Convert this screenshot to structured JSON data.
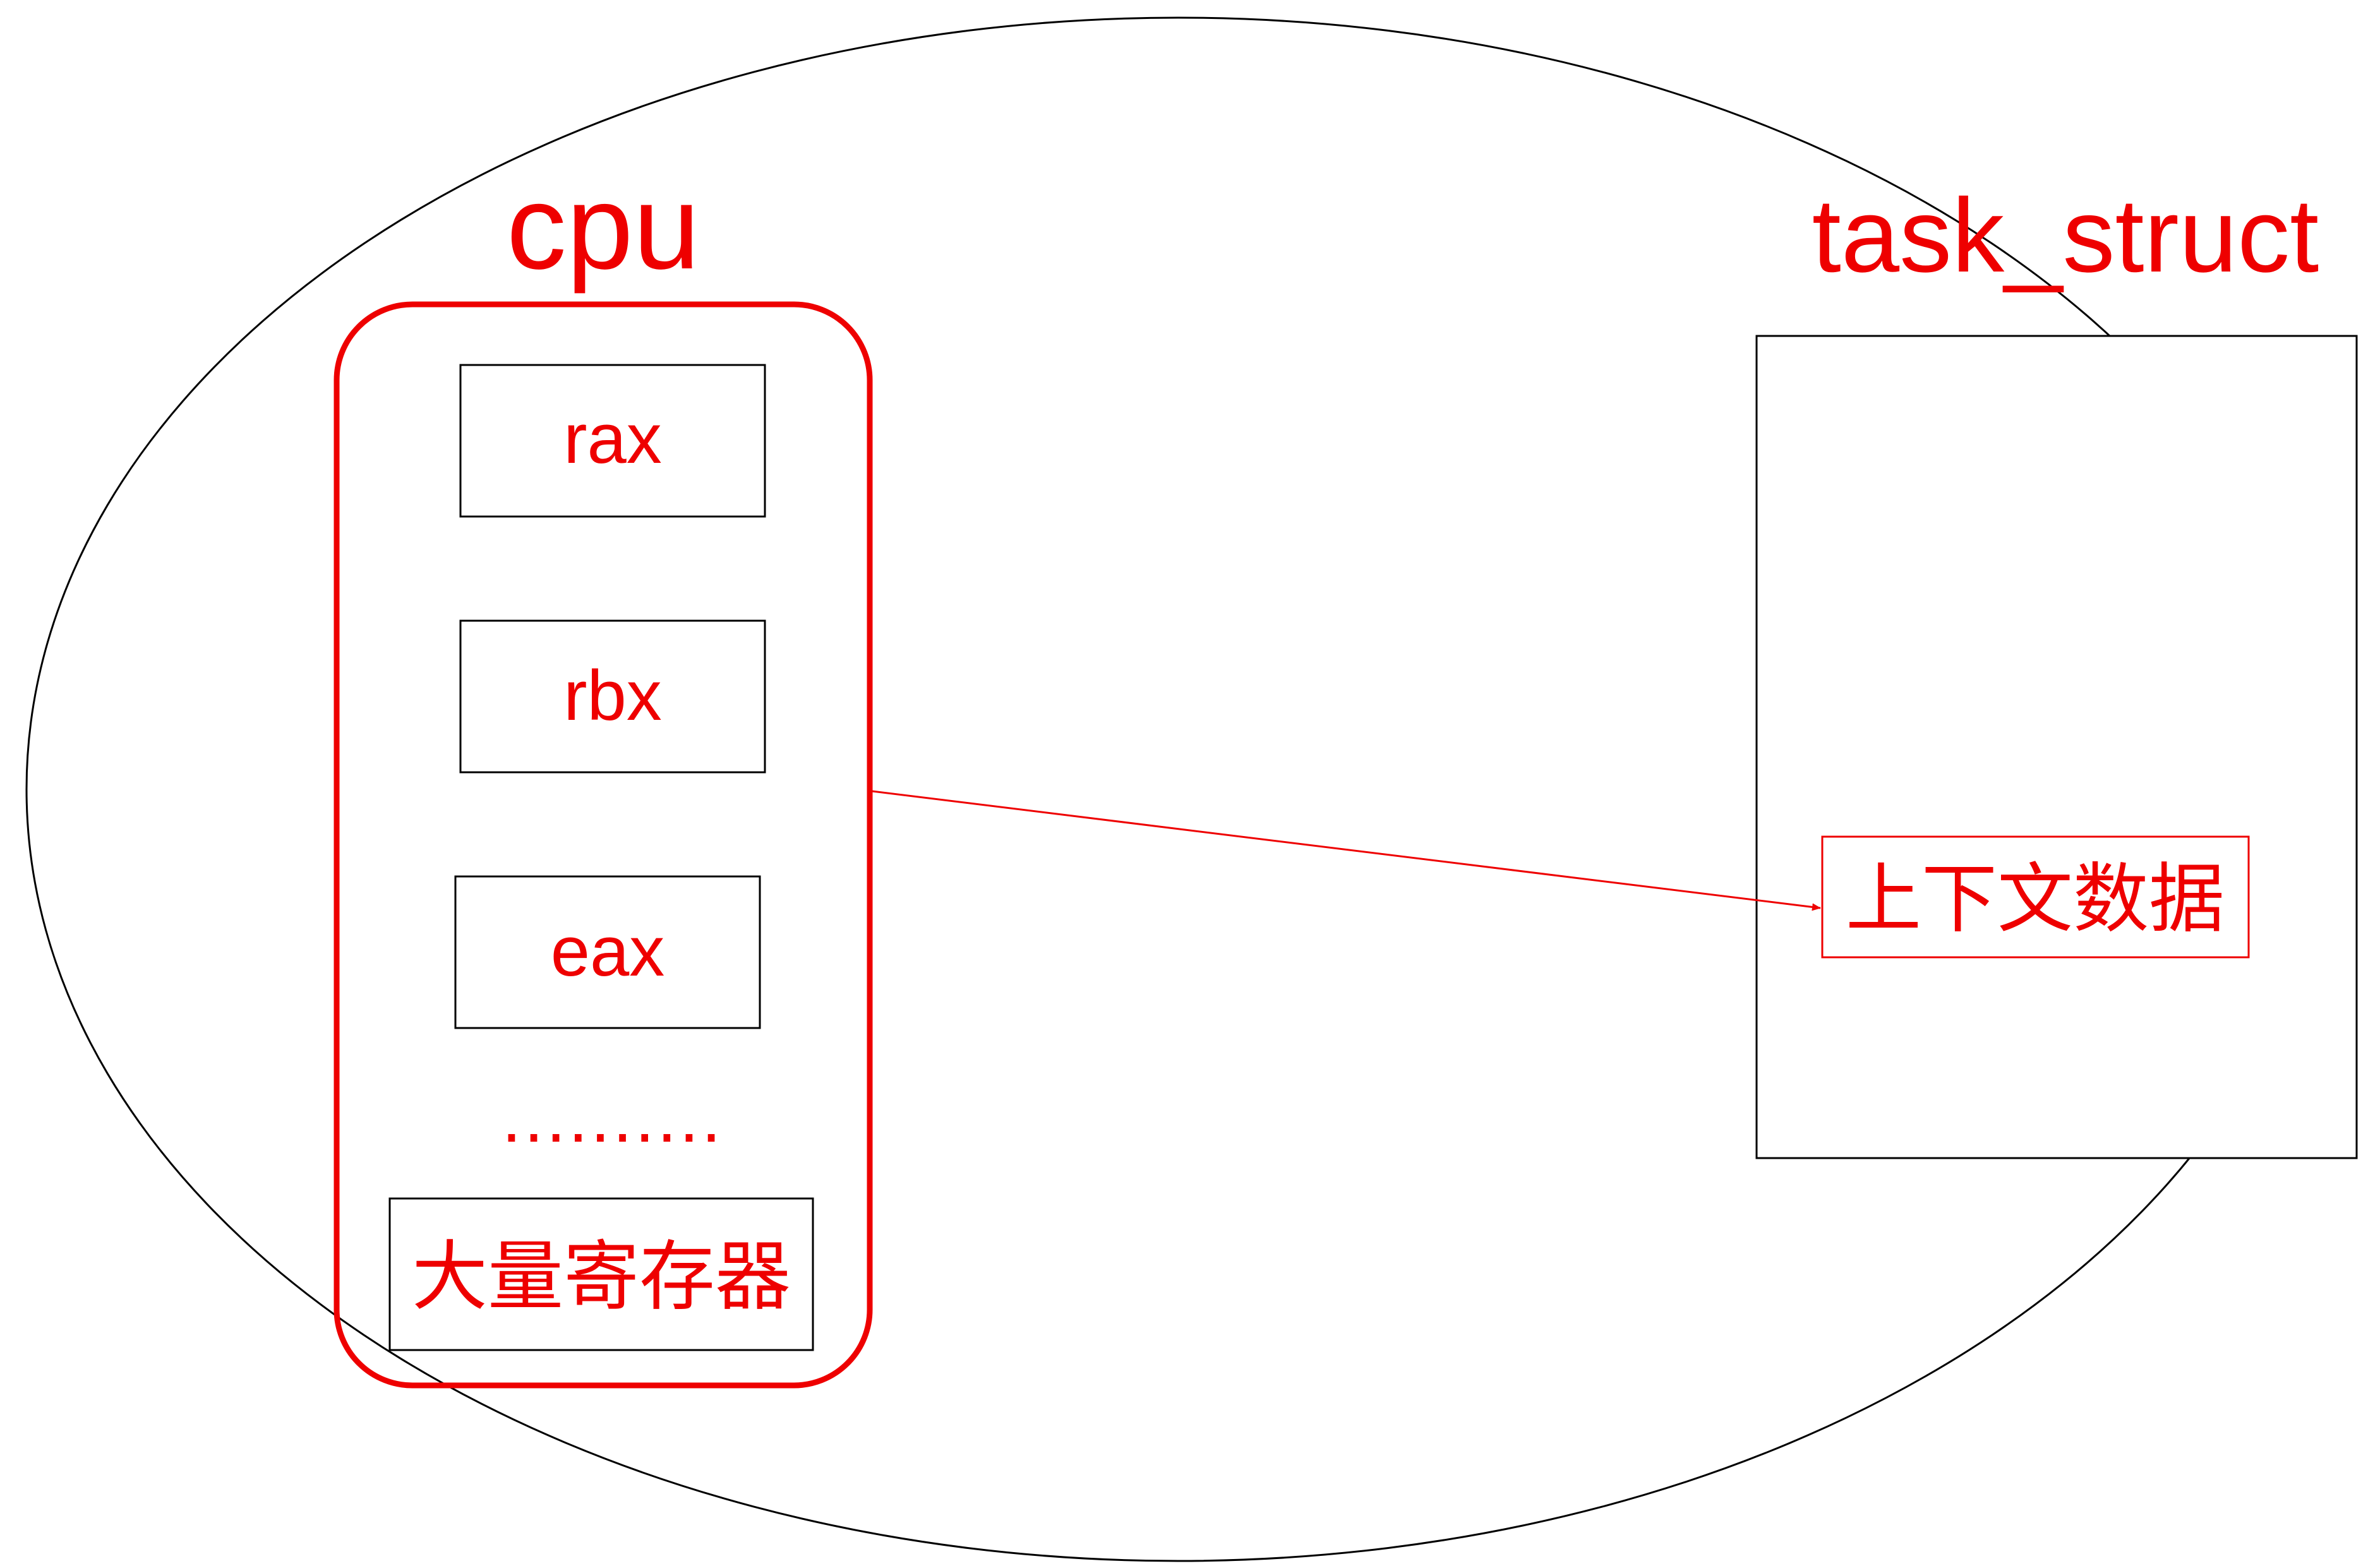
{
  "colors": {
    "accent": "#ee0000",
    "outline": "#000000",
    "background": "#ffffff"
  },
  "cpu": {
    "title": "cpu",
    "registers": [
      "rax",
      "rbx",
      "eax"
    ],
    "ellipsis": "..........",
    "many_registers": "大量寄存器"
  },
  "task_struct": {
    "title": "task_struct",
    "context_data": "上下文数据"
  }
}
